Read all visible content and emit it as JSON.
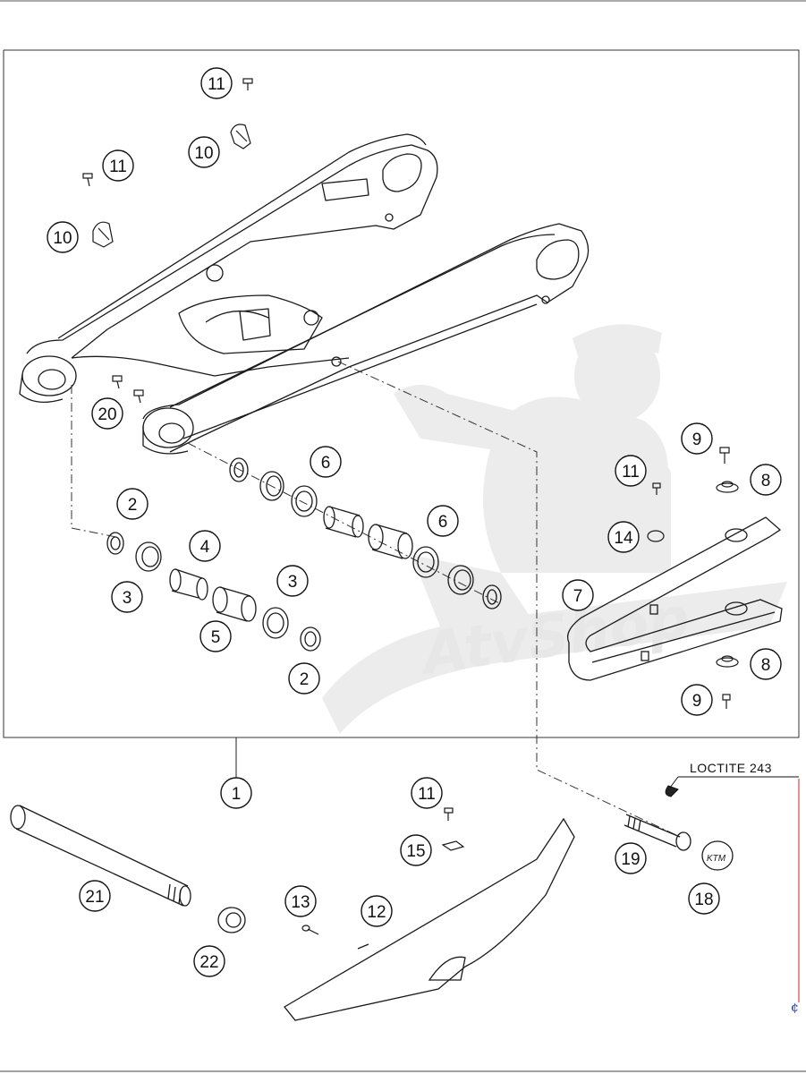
{
  "diagram": {
    "watermark_text": "AtvShop",
    "note_label": "LOCTITE 243",
    "callouts": [
      "1",
      "2",
      "3",
      "4",
      "5",
      "6",
      "7",
      "8",
      "9",
      "10",
      "11",
      "12",
      "13",
      "14",
      "15",
      "18",
      "19",
      "20",
      "21",
      "22"
    ]
  },
  "colors": {
    "line": "#1a1a1a",
    "frame": "#333333",
    "watermark": "#e6e6e6",
    "accent_red": "#cc2222",
    "accent_blue": "#2233aa"
  },
  "icons": [
    "rider-watermark-icon",
    "ktm-logo-icon"
  ]
}
